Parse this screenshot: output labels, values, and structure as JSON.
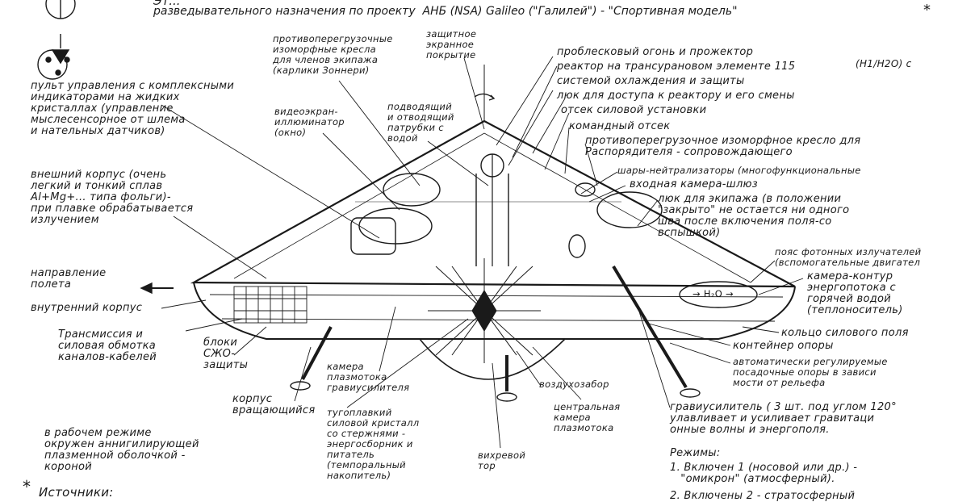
{
  "header": {
    "line1": "Эт...",
    "line2": "разведывательного назначения по проекту  АНБ (NSA) Galileo (\"Галилей\") - \"Спортивная модель\"",
    "asterisk": "*"
  },
  "labels": {
    "control_panel": "пульт управления с комплексными\nиндикаторами на жидких\nкристаллах (управление\nмыслесенсорное от шлема\nи нательных датчиков)",
    "anti_g_seats": "противоперегрузочные\nизоморфные кресла\nдля членов экипажа\n(карлики Зоннери)",
    "shield_coating": "защитное\nэкранное\nпокрытие",
    "video_screen": "видеоэкран-\nиллюминатор\n(окно)",
    "water_pipes": "подводящий\nи отводящий\nпатрубки с\nводой",
    "outer_hull": "внешний корпус (очень\nлегкий и тонкий сплав\nAl+Mg+... типа фольги)-\nпри плавке обрабатывается\nизлучением",
    "flight_direction": "направление\nполета",
    "inner_hull": "внутренний корпус",
    "transmission": "Трансмиссия и\nсиловая обмотка\nканалов-кабелей",
    "sjo_blocks": "блоки\nСЖО-\nзащиты",
    "rotating_hull": "корпус\nвращающийся",
    "plasma_chamber": "камера\nплазмотока\nгравиусилителя",
    "refractory_crystal": "тугоплавкий\nсиловой кристалл\nсо стержнями -\nэнергосборник и\nпитатель\n(темпоральный\nнакопитель)",
    "vortex_torus": "вихревой\nтор",
    "air_intake": "воздухозабор",
    "central_plasma": "центральная\nкамера\nплазмотока",
    "annihilation": "в рабочем режиме\nокружен аннигилирующей\nплазменной оболочкой -\nкороной",
    "strobe": "проблесковый огонь и прожектор",
    "reactor": "реактор на трансурановом элементе 115",
    "reactor_formula": "(H1/H2O) с",
    "cooling": "системой охлаждения и защиты",
    "reactor_hatch": "люк для доступа к реактору и его смены",
    "power_compartment": "отсек силовой установки",
    "command": "командный отсек",
    "commander_seat": "противоперегрузочное изоморфное кресло для\nРаспорядителя - сопровождающего",
    "neutralizer": "шары-нейтрализаторы (многофункциональные",
    "airlock": "входная камера-шлюз",
    "crew_hatch": "люк для экипажа (в положении\n\"закрыто\" не остается ни одного\nшва после включения поля-со\nвспышкой)",
    "photon_belt": "пояс фотонных излучателей\n(вспомогательные двигател",
    "energy_chamber": "камера-контур\nэнергопотока с\nгорячей водой\n(теплоноситель)",
    "h2o": "→ H₂O →",
    "power_ring": "кольцо силового поля",
    "support_container": "контейнер опоры",
    "landing_supports": "автоматически регулируемые\nпосадочные опоры в зависи\nмости от рельефа",
    "graviamp": "гравиусилитель ( 3 шт. под углом 120°\nулавливает и усиливает гравитаци\nонные волны и энергополя.",
    "modes_title": "Режимы:",
    "mode1": "1. Включен 1 (носовой или др.) -\n   \"омикрон\" (атмосферный).",
    "mode2": "2. Включены 2 - стратосферный",
    "sources": "Источники:",
    "sources_star": "*"
  },
  "colors": {
    "ink": "#1a1a1a",
    "paper": "#ffffff"
  }
}
